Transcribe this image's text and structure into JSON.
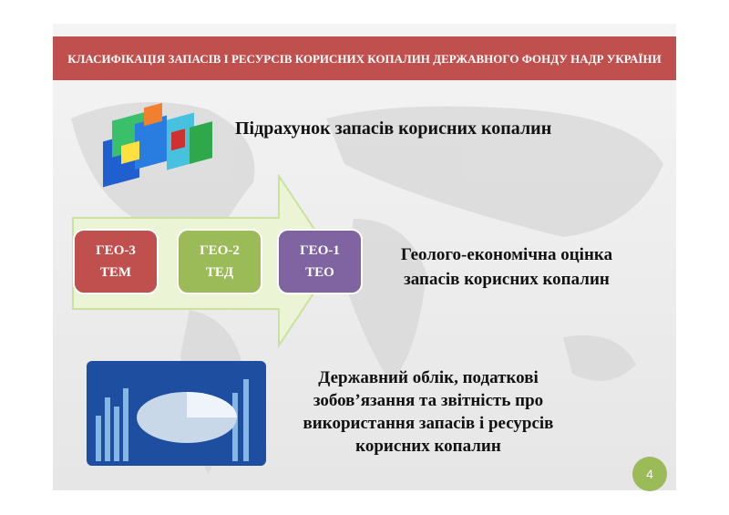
{
  "header": {
    "title": "КЛАСИФІКАЦІЯ ЗАПАСІВ І РЕСУРСІВ КОРИСНИХ КОПАЛИН ДЕРЖАВНОГО ФОНДУ НАДР УКРАЇНИ"
  },
  "section1": {
    "text": "Підрахунок запасів корисних копалин"
  },
  "section2": {
    "text": "Геолого-економічна оцінка запасів корисних копалин",
    "boxes": [
      {
        "code": "ГЕО-3",
        "abbr": "ТЕМ",
        "color": "#c0504d"
      },
      {
        "code": "ГЕО-2",
        "abbr": "ТЕД",
        "color": "#9bbb59"
      },
      {
        "code": "ГЕО-1",
        "abbr": "ТЕО",
        "color": "#8064a2"
      }
    ]
  },
  "section3": {
    "text": "Державний облік, податкові зобов’язання та звітність про використання запасів і ресурсів корисних копалин"
  },
  "page_number": "4"
}
